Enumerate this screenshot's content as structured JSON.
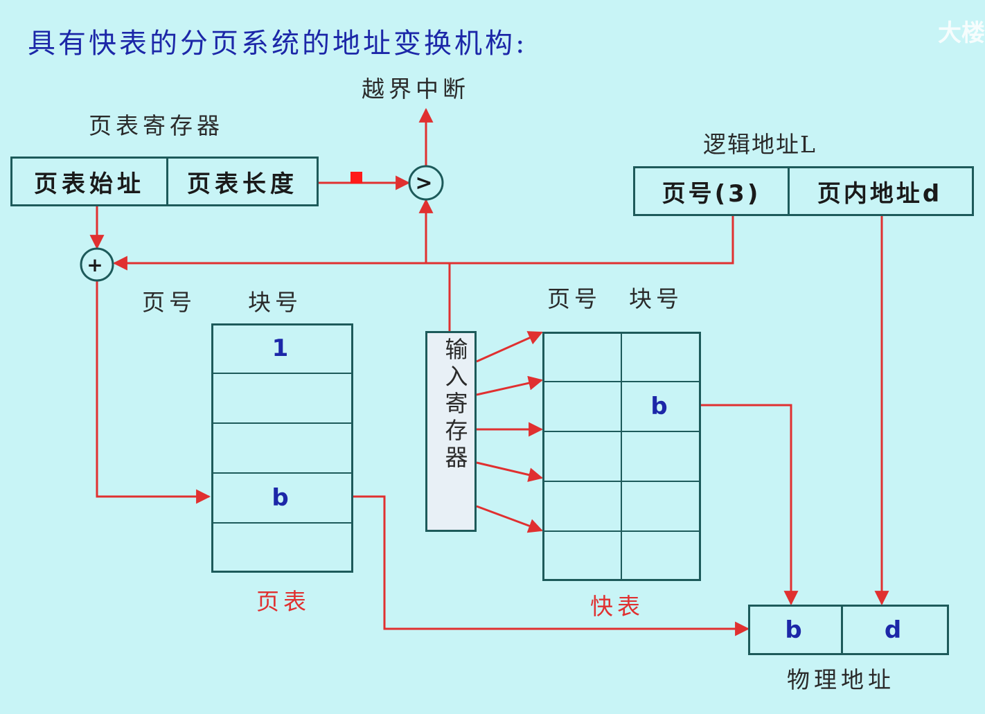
{
  "title": "具有快表的分页系统的地址变换机构:",
  "watermark": "大楼",
  "page_table_register": {
    "label": "页表寄存器",
    "start_field": "页表始址",
    "length_field": "页表长度"
  },
  "overflow_interrupt": "越界中断",
  "compare_symbol": ">",
  "adder_symbol": "+",
  "logical_address": {
    "label": "逻辑地址L",
    "page_number": "页号(3)",
    "offset": "页内地址d"
  },
  "page_table": {
    "col_page": "页号",
    "col_block": "块号",
    "rows": [
      "1",
      "",
      "",
      "b",
      ""
    ],
    "caption": "页表"
  },
  "input_register": "输入寄存器",
  "fast_table": {
    "col_page": "页号",
    "col_block": "块号",
    "rows": [
      [
        "",
        ""
      ],
      [
        "",
        "b"
      ],
      [
        "",
        ""
      ],
      [
        "",
        ""
      ],
      [
        "",
        ""
      ]
    ],
    "caption": "快表"
  },
  "physical_address": {
    "block": "b",
    "offset": "d",
    "caption": "物理地址"
  },
  "colors": {
    "background": "#c8f4f6",
    "line": "#e03030",
    "border": "#1d5a5a",
    "title": "#1c27a8"
  }
}
